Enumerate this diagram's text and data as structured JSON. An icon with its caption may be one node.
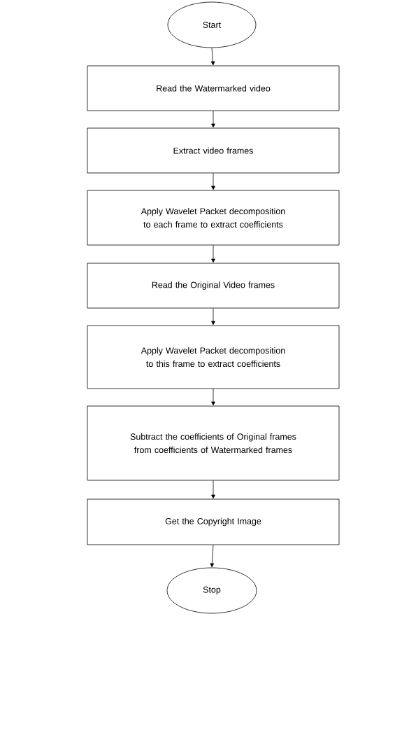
{
  "diagram": {
    "nodes": [
      {
        "text": [
          "Start"
        ]
      },
      {
        "text": [
          "Read the Watermarked video"
        ]
      },
      {
        "text": [
          "Extract video frames"
        ]
      },
      {
        "text": [
          "Apply Wavelet Packet decomposition to each frame to extract coefficients"
        ]
      },
      {
        "text": [
          "Read the Original Video frames"
        ]
      },
      {
        "text": [
          "Apply Wavelet Packet decomposition to this frame to extract coefficients"
        ]
      },
      {
        "text": [
          "Subtract the coefficients of Original frames from coefficients of Watermarked frames"
        ]
      },
      {
        "text": [
          "Get the Copyright Image"
        ]
      },
      {
        "text": [
          "Stop"
        ]
      }
    ],
    "edges": [
      {
        "from": 0,
        "to": 1,
        "arrow": "to"
      },
      {
        "from": 1,
        "to": 2,
        "arrow": "to"
      },
      {
        "from": 2,
        "to": 3,
        "arrow": "to"
      },
      {
        "from": 3,
        "to": 4,
        "arrow": "to"
      },
      {
        "from": 4,
        "to": 5,
        "arrow": "to"
      },
      {
        "from": 5,
        "to": 6,
        "arrow": "to"
      },
      {
        "from": 6,
        "to": 7,
        "arrow": "to"
      },
      {
        "from": 7,
        "to": 8,
        "arrow": "to"
      }
    ]
  }
}
